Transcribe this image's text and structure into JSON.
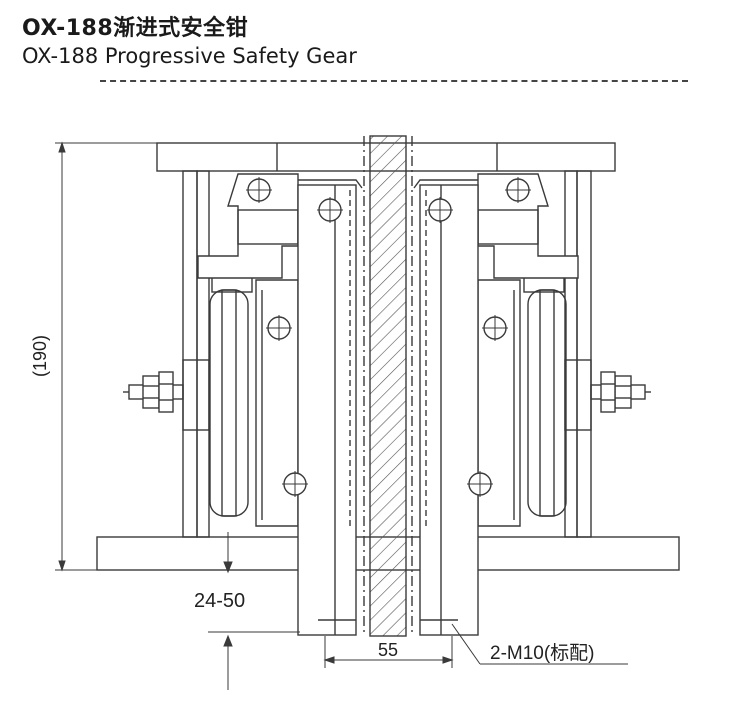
{
  "header": {
    "title_cn": "OX-188渐进式安全钳",
    "title_en": "OX-188 Progressive Safety Gear"
  },
  "drawing": {
    "dim_height": "(190)",
    "dim_gap": "24-50",
    "dim_width": "55",
    "callout_bolt": "2-M10(标配)"
  },
  "colors": {
    "line": "#3a3a3a",
    "hatch": "#555555"
  }
}
